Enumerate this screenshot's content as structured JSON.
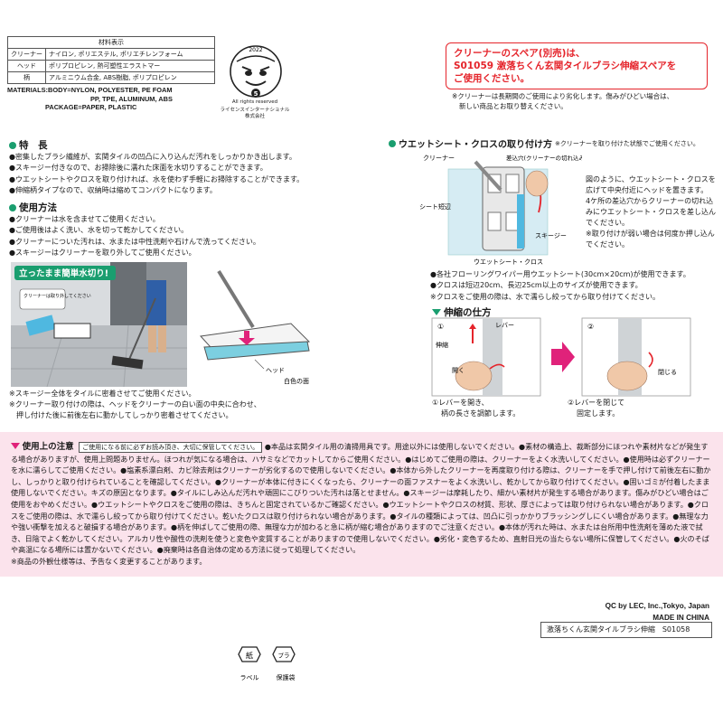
{
  "materials": {
    "header": "材料表示",
    "rows": [
      {
        "part": "クリーナー",
        "material": "ナイロン, ポリエステル, ポリエチレンフォーム"
      },
      {
        "part": "ヘッド",
        "material": "ポリプロピレン, 熱可塑性エラストマー"
      },
      {
        "part": "柄",
        "material": "アルミニウム合金, ABS樹脂, ポリプロピレン"
      }
    ],
    "english": [
      "MATERIALS:BODY=NYLON, POLYESTER, PE FOAM",
      "PP, TPE, ALUMINUM, ABS",
      "PACKAGE=PAPER, PLASTIC"
    ]
  },
  "mascot": {
    "year": "2022",
    "number": "5",
    "rights": "All rights reserved",
    "company_line1": "ライセンスインターナショナル",
    "company_line2": "株式会社"
  },
  "spare": {
    "line1": "クリーナーのスペア(別売)は、",
    "line2": "S01059 激落ちくん玄関タイルブラシ伸縮スペアを",
    "line3": "ご使用ください。",
    "note1": "※クリーナーは長期間のご使用により劣化します。傷みがひどい場合は、",
    "note2": "新しい商品とお取り替えください。"
  },
  "features": {
    "title": "特　長",
    "items": [
      "●密集したブラシ繊維が、玄関タイルの凹凸に入り込んだ汚れをしっかりかき出します。",
      "●スキージー付きなので、お掃除後に濡れた床面を水切りすることができます。",
      "●ウエットシートやクロスを取り付ければ、水を使わず手軽にお掃除することができます。",
      "●伸縮柄タイプなので、収納時は縮めてコンパクトになります。"
    ]
  },
  "usage": {
    "title": "使用方法",
    "items": [
      "●クリーナーは水を含ませてご使用ください。",
      "●ご使用後はよく洗い、水を切って乾かしてください。",
      "●クリーナーについた汚れは、水または中性洗剤や石けんで洗ってください。",
      "●スキージーはクリーナーを取り外してご使用ください。"
    ],
    "banner": "立ったまま簡単水切り!",
    "bubble": "クリーナーは取り外してください",
    "label_head": "ヘッド",
    "label_white": "白色の面",
    "notes": [
      "※スキージー全体をタイルに密着させてご使用ください。",
      "※クリーナー取り付けの際は、ヘッドをクリーナーの白い面の中央に合わせ、",
      "　押し付けた後に前後左右に動かしてしっかり密着させてください。"
    ]
  },
  "attach": {
    "title": "ウエットシート・クロスの取り付け方",
    "title_note": "※クリーナーを取り付けた状態でご使用ください。",
    "label_cleaner": "クリーナー",
    "label_slot": "差込穴(クリーナーの切れ込み)",
    "label_sheet": "シート短辺",
    "label_squeegee": "スキージー",
    "label_cloth": "ウエットシート・クロス",
    "desc": [
      "図のように、ウエットシート・クロスを広げて中央付近にヘッドを置きます。",
      "4ケ所の差込穴からクリーナーの切れ込みにウエットシート・クロスを差し込んでください。",
      "※取り付けが弱い場合は何度か押し込んでください。"
    ],
    "notes": [
      "●各社フローリングワイパー用ウエットシート(30cm×20cm)が使用できます。",
      "●クロスは短辺20cm、長辺25cm以上のサイズが使用できます。",
      "※クロスをご使用の際は、水で濡らし絞ってから取り付けてください。"
    ]
  },
  "extend": {
    "title": "伸縮の仕方",
    "label_extend": "伸縮",
    "label_lever": "レバー",
    "label_open": "開く",
    "label_close": "閉じる",
    "num1": "①",
    "num2": "②",
    "step1": [
      "①レバーを開き、",
      "柄の長さを調節します。"
    ],
    "step2": [
      "②レバーを閉じて",
      "固定します。"
    ]
  },
  "caution": {
    "title": "使用上の注意",
    "label": "ご使用になる前に必ずお読み頂き、大切に保管してください。",
    "text": "●本品は玄関タイル用の清掃用具です。用途以外には使用しないでください。●素材の構造上、裁断部分にほつれや素材片などが発生する場合がありますが、使用上問題ありません。ほつれが気になる場合は、ハサミなどでカットしてからご使用ください。●はじめてご使用の際は、クリーナーをよく水洗いしてください。●使用時は必ずクリーナーを水に濡らしてご使用ください。●塩素系漂白剤、カビ除去剤はクリーナーが劣化するので使用しないでください。●本体から外したクリーナーを再度取り付ける際は、クリーナーを手で押し付けて前後左右に動かし、しっかりと取り付けられていることを確認してください。●クリーナーが本体に付きにくくなったら、クリーナーの面ファスナーをよく水洗いし、乾かしてから取り付けてください。●固いゴミが付着したまま使用しないでください。キズの原因となります。●タイルにしみ込んだ汚れや頑固にこびりついた汚れは落とせません。●スキージーは摩耗したり、細かい素材片が発生する場合があります。傷みがひどい場合はご使用をおやめください。●ウエットシートやクロスをご使用の際は、きちんと固定されているかご確認ください。●ウエットシートやクロスの材質、形状、厚さによっては取り付けられない場合があります。●クロスをご使用の際は、水で濡らし絞ってから取り付けてください。乾いたクロスは取り付けられない場合があります。●タイルの種類によっては、凹凸に引っかかりブラッシングしにくい場合があります。●無理な力や強い衝撃を加えると破損する場合があります。●柄を伸ばしてご使用の際、無理な力が加わると急に柄が縮む場合がありますのでご注意ください。●本体が汚れた時は、水または台所用中性洗剤を薄めた液で拭き、日陰でよく乾かしてください。アルカリ性や酸性の洗剤を使うと変色や変質することがありますので使用しないでください。●劣化・変色するため、直射日光の当たらない場所に保管してください。●火のそばや高温になる場所には置かないでください。●廃棄時は各自治体の定める方法に従って処理してください。",
    "footnote": "※商品の外観仕様等は、予告なく変更することがあります。"
  },
  "footer": {
    "qc": "QC by LEC, Inc.,Tokyo, Japan",
    "made": "MADE IN CHINA",
    "product": "激落ちくん玄関タイルブラシ伸縮　S01058",
    "label_mark": "紙",
    "label_text": "ラベル",
    "bag_mark": "プラ",
    "bag_text": "保護袋"
  },
  "colors": {
    "accent_green": "#1a9e6f",
    "accent_red": "#e5242b",
    "caution_bg": "#fbe3ec",
    "accent_magenta": "#e0227a"
  }
}
